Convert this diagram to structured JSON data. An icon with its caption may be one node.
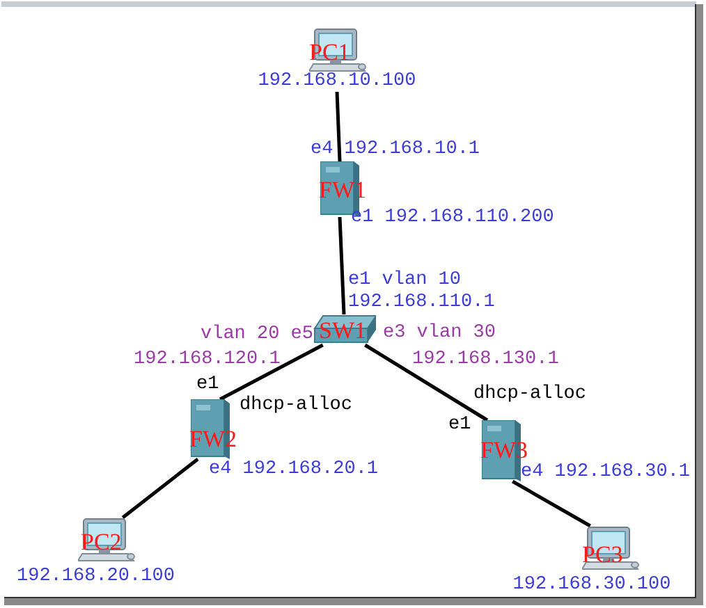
{
  "diagram": {
    "nodes": [
      {
        "text": [
          "PC1"
        ],
        "beside": [
          "192.168.10.100"
        ]
      },
      {
        "text": [
          "FW1"
        ]
      },
      {
        "text": [
          "SW1"
        ]
      },
      {
        "text": [
          "FW2"
        ]
      },
      {
        "text": [
          "FW3"
        ]
      },
      {
        "text": [
          "PC2"
        ],
        "beside": [
          "192.168.20.100"
        ]
      },
      {
        "text": [
          "PC3"
        ],
        "beside": [
          "192.168.30.100"
        ]
      }
    ],
    "edges": [
      {
        "from": 0,
        "to": 1,
        "arrow": "none"
      },
      {
        "from": 1,
        "to": 2,
        "arrow": "none"
      },
      {
        "from": 2,
        "to": 3,
        "arrow": "none"
      },
      {
        "from": 2,
        "to": 4,
        "arrow": "none"
      },
      {
        "from": 3,
        "to": 5,
        "arrow": "none"
      },
      {
        "from": 4,
        "to": 6,
        "arrow": "none"
      }
    ],
    "labels": [
      "e4 192.168.10.1",
      "e1 192.168.110.200",
      "e1 vlan 10",
      "192.168.110.1",
      "vlan 20 e5",
      "e3 vlan 30",
      "192.168.120.1",
      "192.168.130.1",
      "e1",
      "dhcp-alloc",
      "dhcp-alloc",
      "e1",
      "e4 192.168.20.1",
      "e4 192.168.30.1"
    ]
  }
}
